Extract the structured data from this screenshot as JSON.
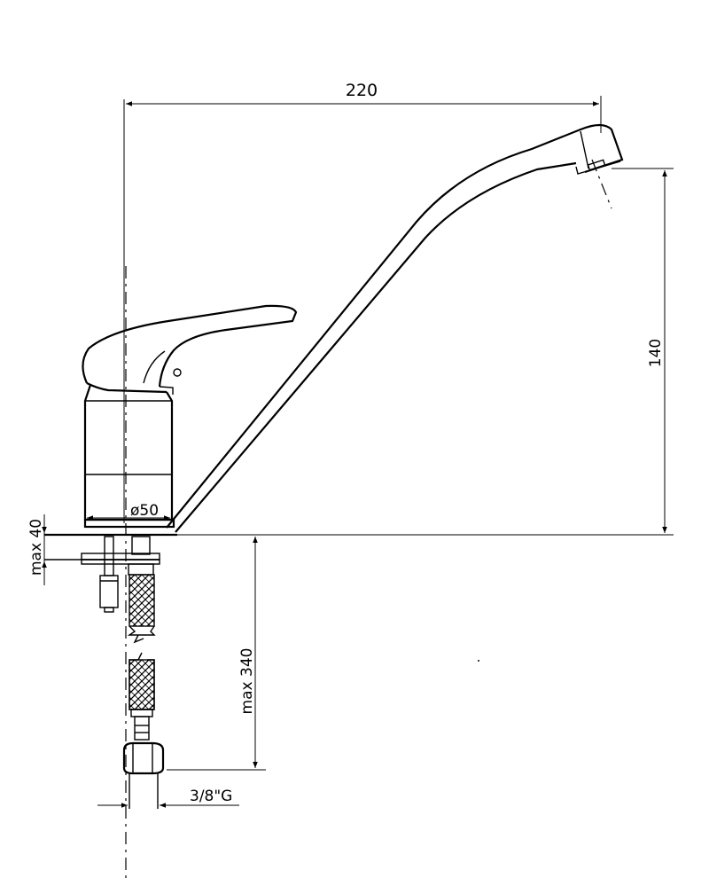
{
  "dimensions": {
    "spout_reach": "220",
    "spout_height": "140",
    "base_diameter": "ø50",
    "max_thickness": "max 40",
    "hose_length": "max 340",
    "thread": "3/8\"G"
  }
}
